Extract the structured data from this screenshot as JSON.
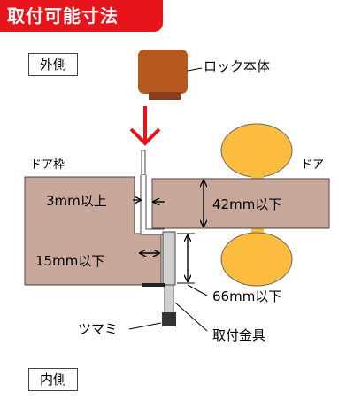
{
  "title": "取付可能寸法",
  "labels": {
    "outside": "外側",
    "inside": "内側",
    "lock_body": "ロック本体",
    "door_frame": "ドア枠",
    "door": "ドア",
    "gap_min": "3mm以上",
    "thickness_max": "42mm以下",
    "offset_max": "15mm以下",
    "bracket_max": "66mm以下",
    "knob": "ツマミ",
    "bracket": "取付金具"
  },
  "colors": {
    "title_bg": "#e8141b",
    "wood": "#c8a89a",
    "lock_body": "#b5581f",
    "lock_base": "#8a3d1e",
    "handle": "#fbbc3f",
    "arrow": "#e8141b",
    "bracket": "#cfcfcf"
  }
}
